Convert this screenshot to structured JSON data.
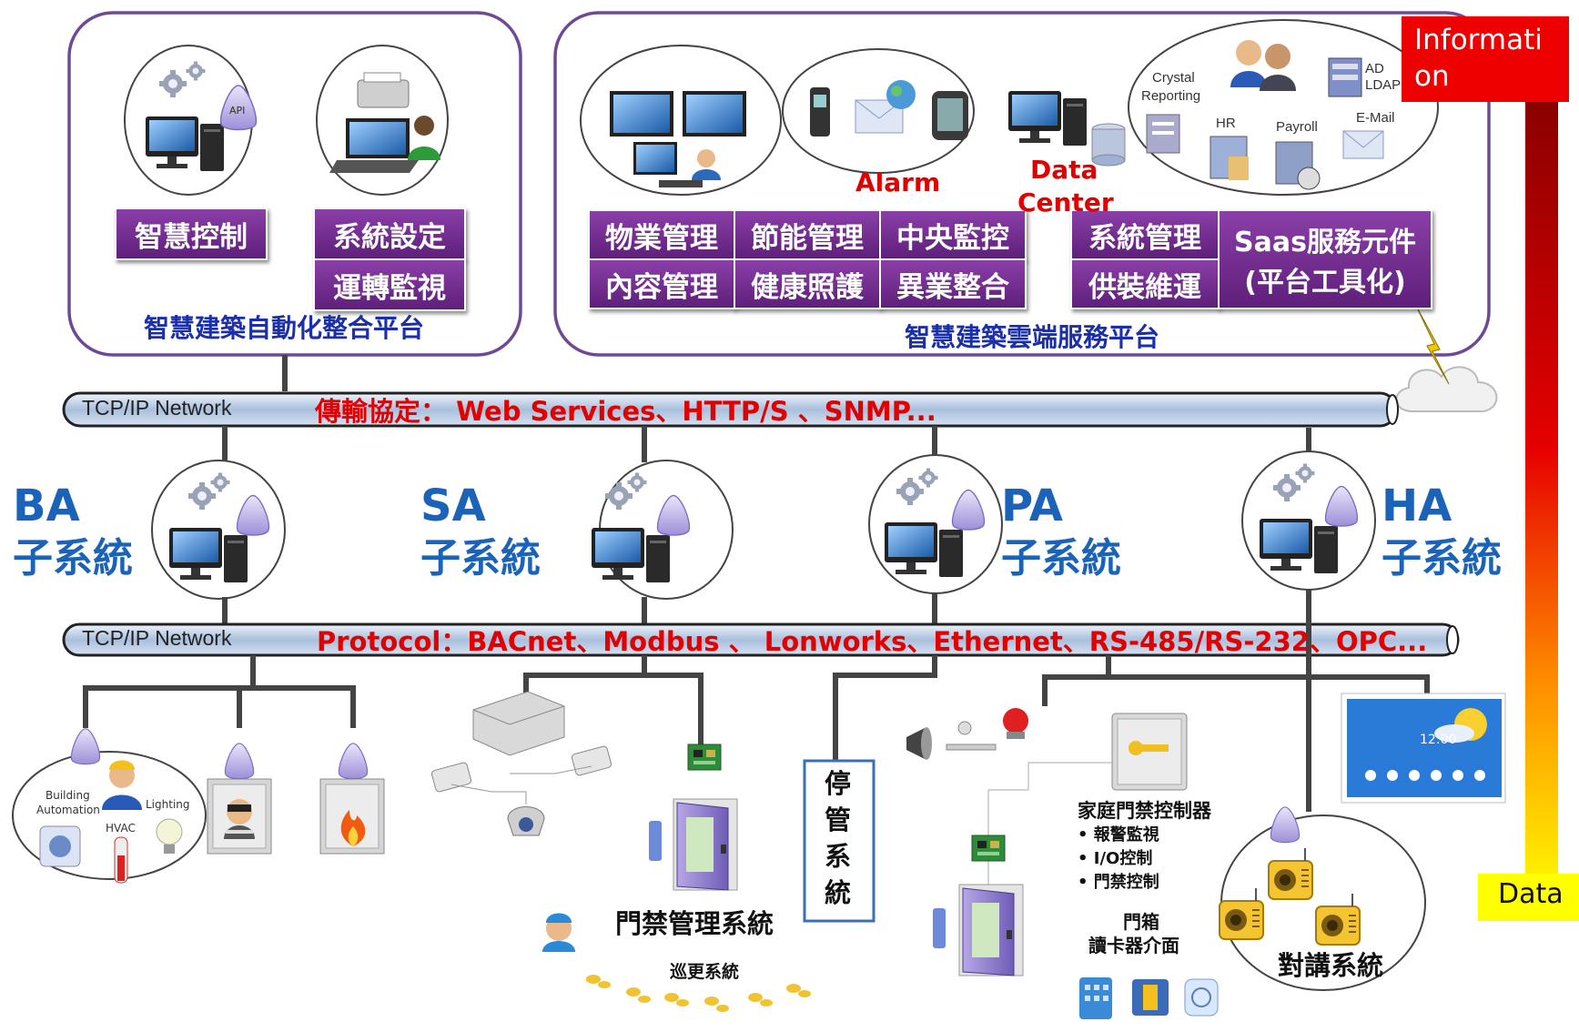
{
  "top_left": {
    "title": "智慧建築自動化整合平台",
    "buttons": [
      "智慧控制",
      "系統設定",
      "運轉監視"
    ]
  },
  "top_right": {
    "title": "智慧建築雲端服務平台",
    "buttons": [
      "物業管理",
      "節能管理",
      "中央監控",
      "內容管理",
      "健康照護",
      "異業整合",
      "系統管理",
      "供裝維運"
    ],
    "saas": [
      "Saas服務元件",
      "(平台工具化)"
    ],
    "alarm": "Alarm",
    "datacenter": [
      "Data",
      "Center"
    ],
    "enterprise_labels": [
      "Crystal",
      "Reporting",
      "AD",
      "LDAP",
      "HR",
      "Payroll",
      "E-Mail"
    ]
  },
  "api_label": "API",
  "network1": {
    "label": "TCP/IP Network",
    "protocols": "傳輸協定： Web Services、HTTP/S 、SNMP..."
  },
  "network2": {
    "label": "TCP/IP Network",
    "protocols": "Protocol：BACnet、Modbus 、 Lonworks、Ethernet、RS-485/RS-232、OPC..."
  },
  "subsystems": [
    {
      "abbr": "BA",
      "name": "子系統"
    },
    {
      "abbr": "SA",
      "name": "子系統"
    },
    {
      "abbr": "PA",
      "name": "子系統"
    },
    {
      "abbr": "HA",
      "name": "子系統"
    }
  ],
  "ba_devices": [
    "Building",
    "Automation",
    "HVAC",
    "Lighting"
  ],
  "access_control": "門禁管理系統",
  "patrol": "巡更系統",
  "parking": [
    "停",
    "管",
    "系",
    "統"
  ],
  "home_controller": {
    "title": "家庭門禁控制器",
    "items": [
      "• 報警監視",
      "• I/O控制",
      "• 門禁控制"
    ]
  },
  "door_box": [
    "門箱",
    "讀卡器介面"
  ],
  "intercom": "對講系統",
  "panel_time": "12:00",
  "axis": {
    "top": "Informati on",
    "bottom": "Data",
    "top_color": "#ee0000",
    "bottom_color": "#ffff00"
  }
}
